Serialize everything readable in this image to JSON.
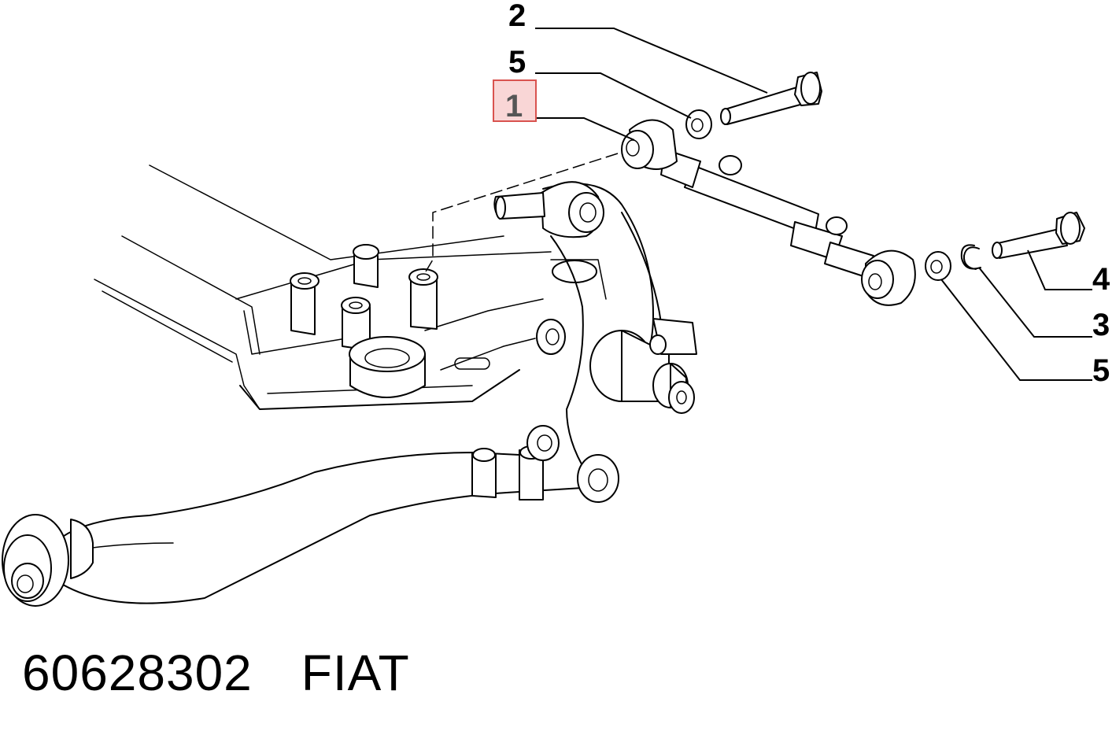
{
  "callouts": {
    "c2": "2",
    "c5_top": "5",
    "c1": "1",
    "c4": "4",
    "c3": "3",
    "c5_bottom": "5"
  },
  "highlight": {
    "callout": "1",
    "border_color": "#d9534f",
    "fill_color": "#f9d6d6"
  },
  "footer": {
    "part_number": "60628302",
    "brand": "FIAT"
  }
}
